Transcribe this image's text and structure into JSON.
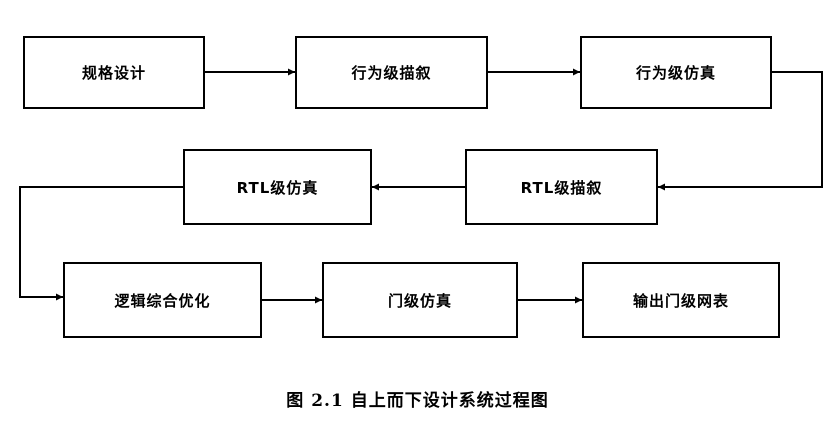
{
  "nodes": {
    "spec": "规格设计",
    "behavior_desc": "行为级描叙",
    "behavior_sim": "行为级仿真",
    "rtl_desc": "RTL级描叙",
    "rtl_sim": "RTL级仿真",
    "logic_synth": "逻辑综合优化",
    "gate_sim": "门级仿真",
    "netlist_out": "输出门级网表"
  },
  "caption": "图 2.1 自上而下设计系统过程图"
}
